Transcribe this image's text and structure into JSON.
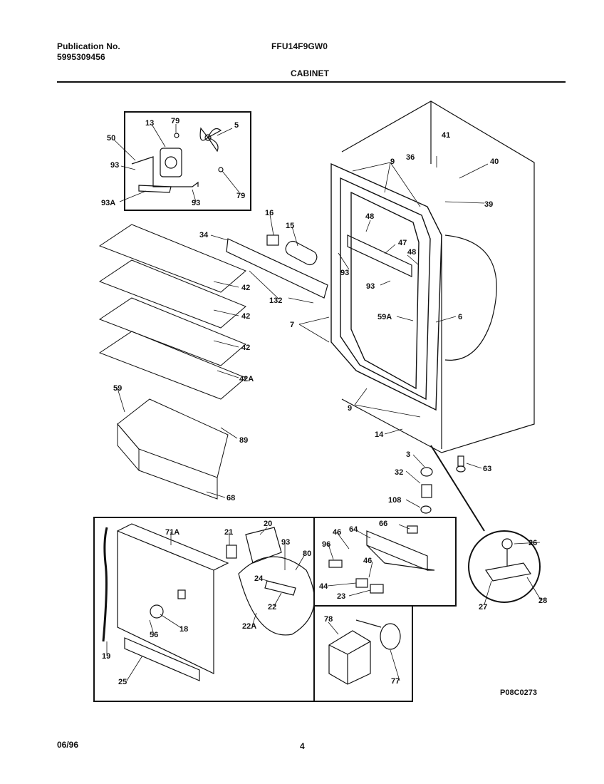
{
  "header": {
    "publication_label": "Publication No.",
    "publication_number": "5995309456",
    "model": "FFU14F9GW0",
    "section": "CABINET"
  },
  "drawing_code": "P08C0273",
  "footer": {
    "date": "06/96",
    "page": "4"
  },
  "callouts": {
    "c13": "13",
    "c79a": "79",
    "c5": "5",
    "c50": "50",
    "c93a": "93",
    "c93b": "93A",
    "c93c": "93",
    "c79b": "79",
    "c16": "16",
    "c15": "15",
    "c34": "34",
    "c132": "132",
    "c42a": "42",
    "c42b": "42",
    "c42c": "42",
    "c42d": "42A",
    "c9a": "9",
    "c36": "36",
    "c41": "41",
    "c40": "40",
    "c39": "39",
    "c48a": "48",
    "c47": "47",
    "c48b": "48",
    "c93d": "93",
    "c93e": "93",
    "c59A": "59A",
    "c6": "6",
    "c7": "7",
    "c9b": "9",
    "c59": "59",
    "c89": "89",
    "c68": "68",
    "c14": "14",
    "c3": "3",
    "c32": "32",
    "c108": "108",
    "c63": "63",
    "c26": "26",
    "c27": "27",
    "c28": "28",
    "c71A": "71A",
    "c21": "21",
    "c20": "20",
    "c93f": "93",
    "c80": "80",
    "c24": "24",
    "c22": "22",
    "c22A": "22A",
    "c19": "19",
    "c18": "18",
    "c56": "56",
    "c25": "25",
    "c46a": "46",
    "c64": "64",
    "c66": "66",
    "c96": "96",
    "c46b": "46",
    "c44": "44",
    "c23": "23",
    "c78": "78",
    "c77": "77"
  }
}
